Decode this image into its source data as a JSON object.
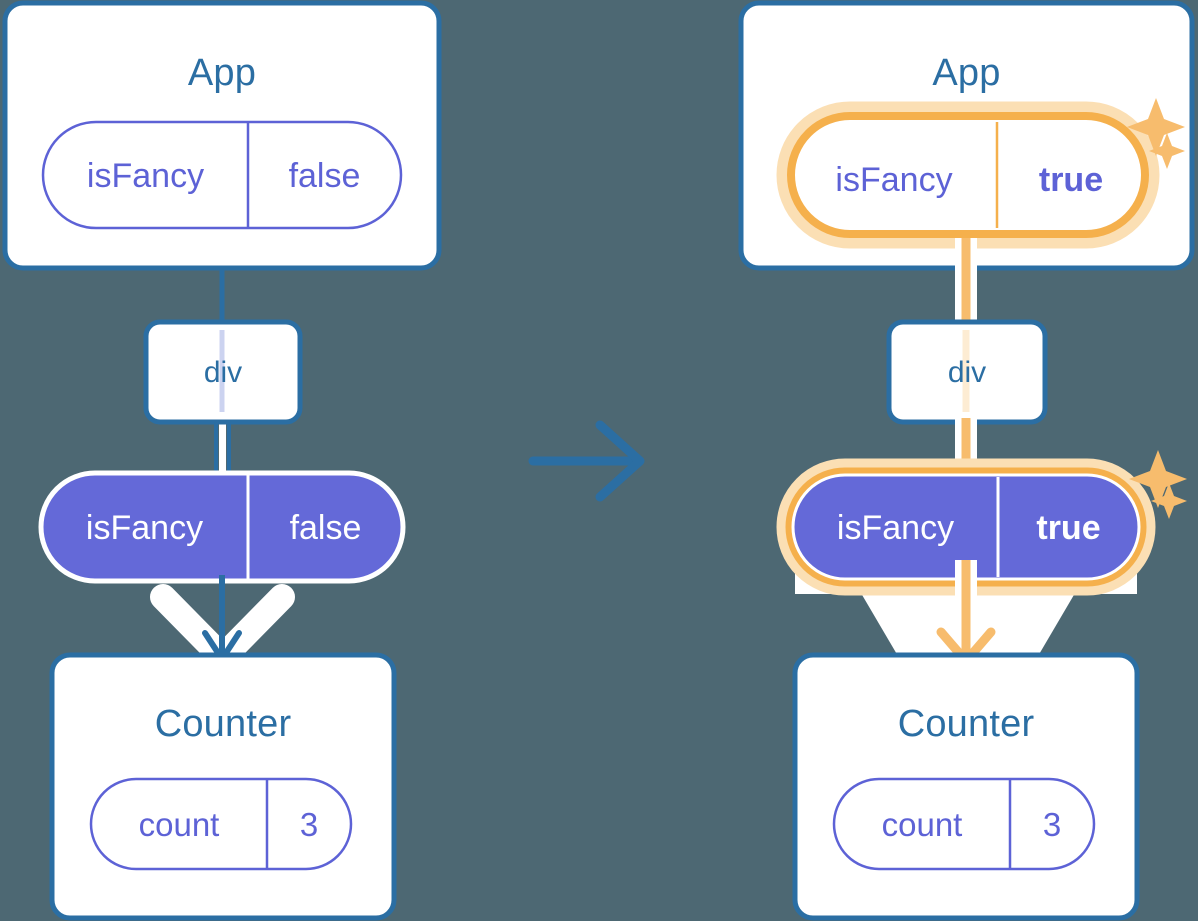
{
  "diagram": {
    "title_left": "",
    "background_color": "#4d6873",
    "accent_blue": "#2b6ea3",
    "accent_purple": "#5d62d6",
    "accent_orange": "#f5b04c",
    "accent_orange_glow": "#fbdfb4",
    "transition_arrow_icon": "right-arrow-icon"
  },
  "left": {
    "app_card": {
      "title": "App",
      "state_pill": {
        "name": "isFancy",
        "value": "false"
      }
    },
    "div_node": {
      "label": "div"
    },
    "prop_pill": {
      "name": "isFancy",
      "value": "false"
    },
    "counter_card": {
      "title": "Counter",
      "state_pill": {
        "name": "count",
        "value": "3"
      }
    }
  },
  "right": {
    "app_card": {
      "title": "App",
      "state_pill": {
        "name": "isFancy",
        "value": "true",
        "highlighted": "true"
      }
    },
    "div_node": {
      "label": "div"
    },
    "prop_pill": {
      "name": "isFancy",
      "value": "true",
      "highlighted": "true"
    },
    "counter_card": {
      "title": "Counter",
      "state_pill": {
        "name": "count",
        "value": "3"
      }
    },
    "sparkles": [
      "sparkle-large-top",
      "sparkle-small-top",
      "sparkle-large-bottom",
      "sparkle-small-bottom"
    ]
  }
}
